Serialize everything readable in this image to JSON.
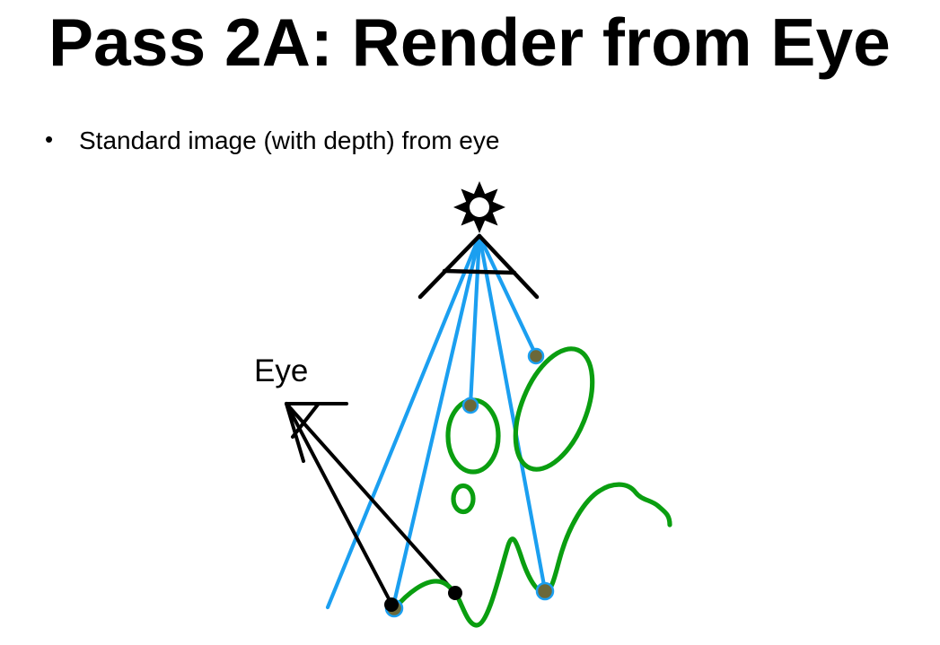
{
  "slide": {
    "title": "Pass 2A: Render from Eye",
    "bullet_marker": "•",
    "bullets": [
      "Standard image (with depth) from eye"
    ]
  },
  "diagram": {
    "eye_label": "Eye",
    "icons": {
      "light_source": "sun-star-icon",
      "light_camera": "light-frustum-icon",
      "eye_camera": "eye-frustum-icon"
    },
    "colors": {
      "light_ray": "#1B9FF0",
      "scene_object": "#0A9E10",
      "lit_point": "#6B6839",
      "ink": "#000000",
      "background": "#FFFFFF"
    },
    "counts": {
      "light_rays": 5,
      "eye_rays": 2,
      "lit_points": 4,
      "eye_sample_points": 2
    }
  }
}
